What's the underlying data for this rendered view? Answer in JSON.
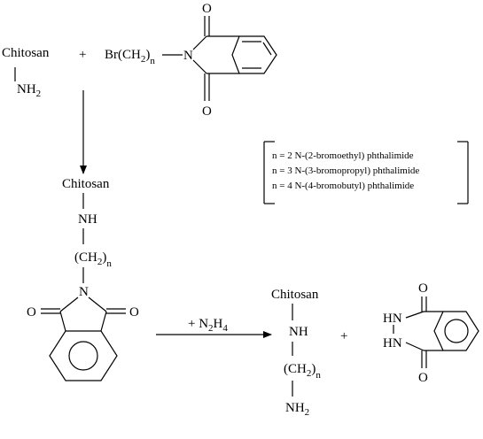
{
  "reactants": {
    "chitosan": {
      "name": "Chitosan",
      "amine": "NH",
      "amine_sub": "2"
    },
    "plus": "+",
    "bromoalkyl": {
      "prefix": "Br(CH",
      "sub2": "2",
      "close": ")",
      "subn": "n",
      "n_atom": "N"
    },
    "carbonyl_o": "O"
  },
  "legend": {
    "lines": [
      "n = 2 N-(2-bromoethyl) phthalimide",
      "n = 3 N-(3-bromopropyl) phthalimide",
      "n = 4 N-(4-bromobutyl) phthalimide"
    ]
  },
  "intermediate": {
    "chitosan": "Chitosan",
    "nh": "NH",
    "linker": {
      "open": "(CH",
      "sub2": "2",
      "close": ")",
      "subn": "n"
    },
    "n_atom": "N",
    "o": "O"
  },
  "step2": {
    "reagent_prefix": "+ N",
    "reagent_sub": "2",
    "reagent_suffix": "H",
    "reagent_sub2": "4",
    "plus": "+"
  },
  "products": {
    "chitosan_amine": {
      "chitosan": "Chitosan",
      "nh": "NH",
      "linker": {
        "open": "(CH",
        "sub2": "2",
        "close": ")",
        "subn": "n"
      },
      "amine": "NH",
      "amine_sub": "2"
    },
    "phthalhydrazide": {
      "hn": "HN",
      "o": "O"
    }
  }
}
